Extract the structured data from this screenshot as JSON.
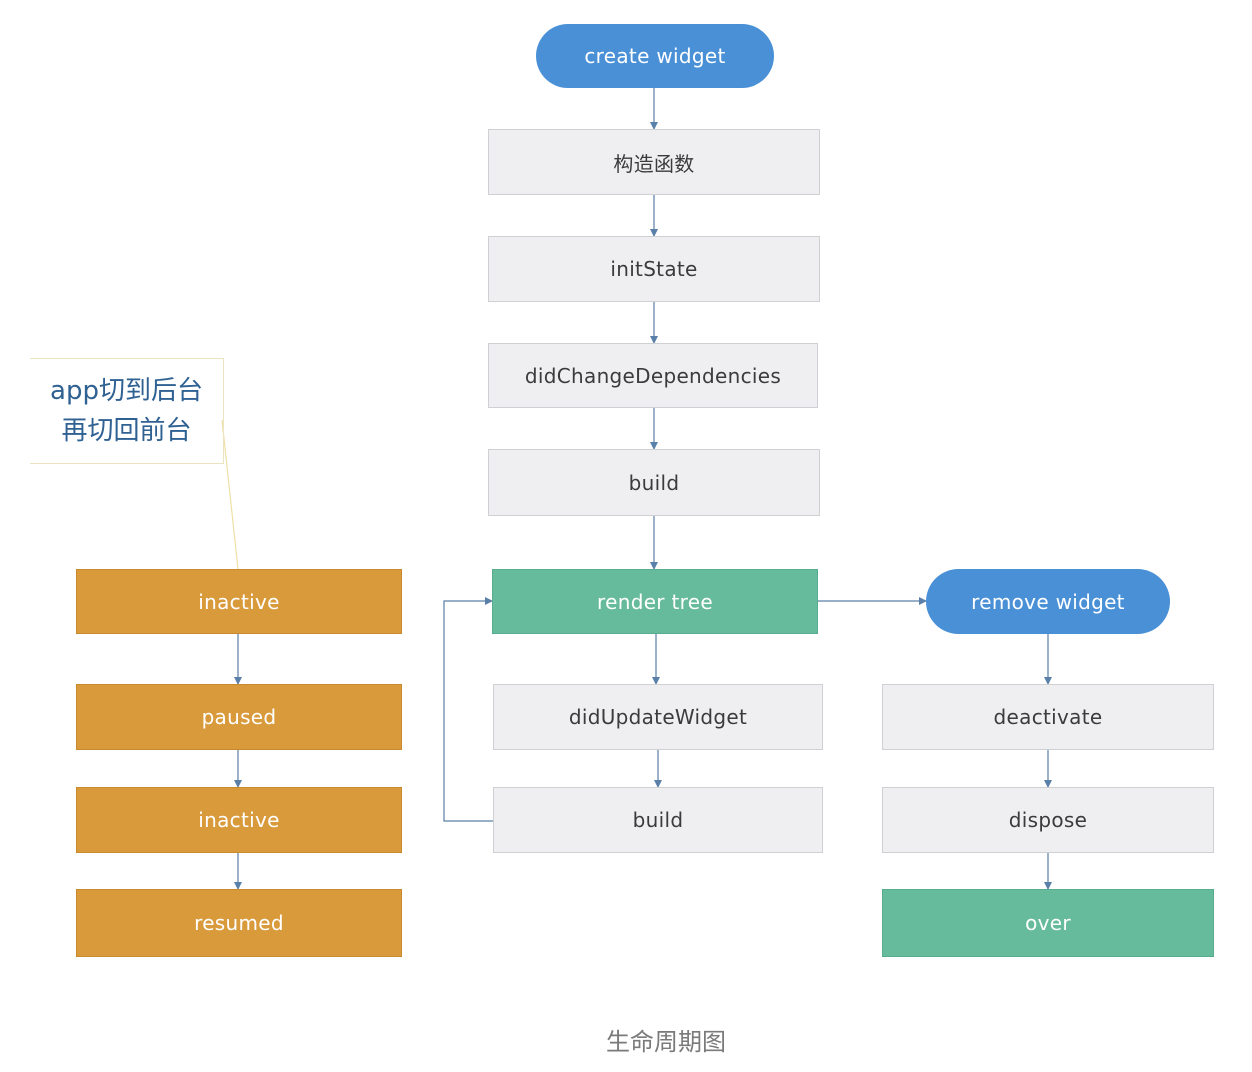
{
  "nodes": {
    "create_widget": "create widget",
    "constructor": "构造函数",
    "init_state": "initState",
    "did_change_dependencies": "didChangeDependencies",
    "build_initial": "build",
    "render_tree": "render tree",
    "did_update_widget": "didUpdateWidget",
    "build_update": "build",
    "remove_widget": "remove widget",
    "deactivate": "deactivate",
    "dispose": "dispose",
    "over": "over",
    "inactive_first": "inactive",
    "paused": "paused",
    "inactive_second": "inactive",
    "resumed": "resumed"
  },
  "annotation": {
    "line1": "app切到后台",
    "line2": "再切回前台"
  },
  "caption": "生命周期图",
  "colors": {
    "pill": "#4a90d6",
    "grey_box": "#efeff1",
    "green_box": "#66bb9c",
    "orange_box": "#d99a3c",
    "connector": "#5a7fa8"
  }
}
